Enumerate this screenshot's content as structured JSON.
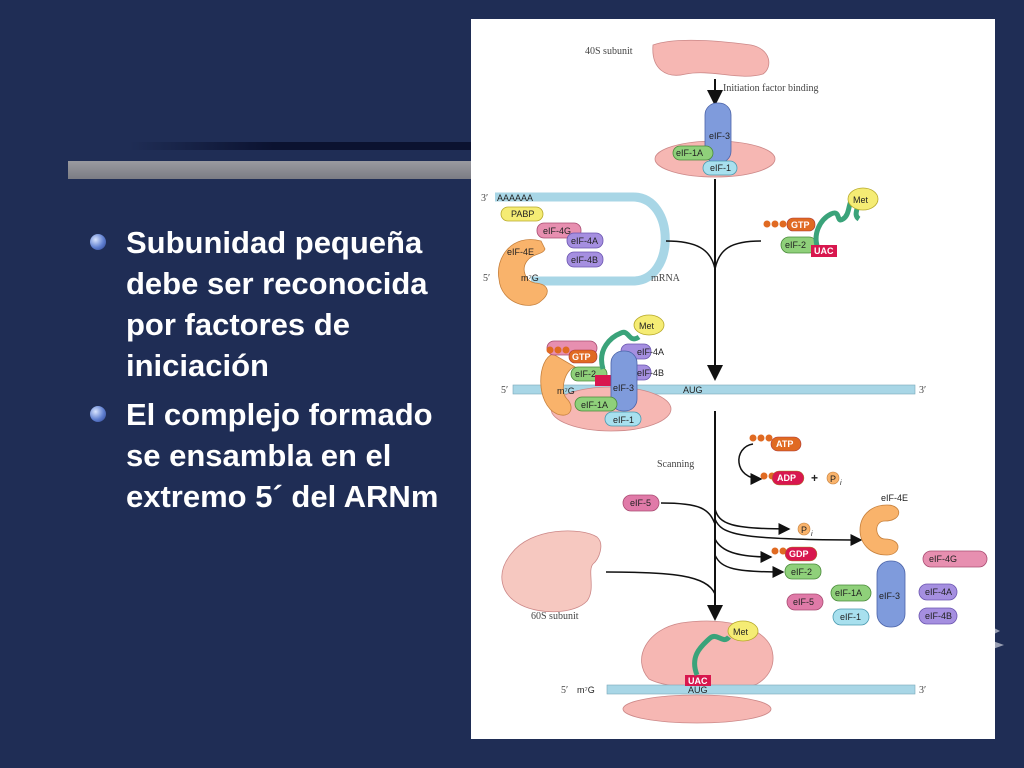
{
  "bullets": [
    "Subunidad pequeña debe ser reconocida por factores de iniciación",
    "El complejo formado se ensambla en el extremo 5´ del ARNm"
  ],
  "diagram": {
    "steps": {
      "subunit_40s": "40S subunit",
      "initiation_factor_binding": "Initiation factor binding",
      "scanning": "Scanning",
      "subunit_60s": "60S subunit"
    },
    "labels": {
      "eif3": "eIF-3",
      "eif1a": "eIF-1A",
      "eif1": "eIF-1",
      "eif2": "eIF-2",
      "eif4g": "eIF-4G",
      "eif4a": "eIF-4A",
      "eif4b": "eIF-4B",
      "eif4e": "eIF-4E",
      "eif5": "eIF-5",
      "pabp": "PABP",
      "aaaaaa": "AAAAAA",
      "mrna": "mRNA",
      "m7g": "m⁷G",
      "five_prime": "5′",
      "three_prime": "3′",
      "gtp": "GTP",
      "gdp": "GDP",
      "atp": "ATP",
      "adp": "ADP",
      "plus": "+",
      "pi": "P",
      "pi_sub": "i",
      "met": "Met",
      "uac": "UAC",
      "aug": "AUG"
    }
  }
}
